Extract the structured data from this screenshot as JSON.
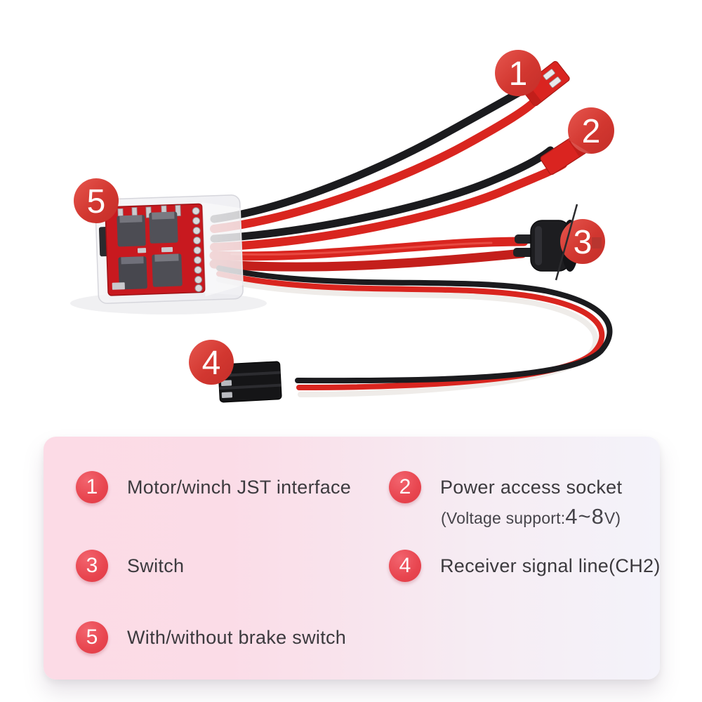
{
  "legend": {
    "items": [
      {
        "number": "1",
        "label": "Motor/winch JST interface"
      },
      {
        "number": "2",
        "label": "Power access socket",
        "note_prefix": "(Voltage support: ",
        "note_value": "4~8",
        "note_suffix": "V)"
      },
      {
        "number": "3",
        "label": "Switch"
      },
      {
        "number": "4",
        "label": "Receiver signal line(CH2)"
      },
      {
        "number": "5",
        "label": "With/without brake switch"
      }
    ]
  },
  "colors": {
    "callout_red": "#d23730",
    "badge_red": "#e8454f",
    "panel_pink": "#fcdbe6",
    "panel_lavender": "#f4f3fa",
    "wire_red": "#d9251f",
    "wire_red_dark": "#c41f1b",
    "wire_black": "#1b1b1e",
    "wire_white": "#efece9",
    "pcb_red": "#c8191f",
    "connector_red": "#da2420",
    "switch_black": "#1d1d20",
    "text_dark": "#3c3a3e"
  }
}
